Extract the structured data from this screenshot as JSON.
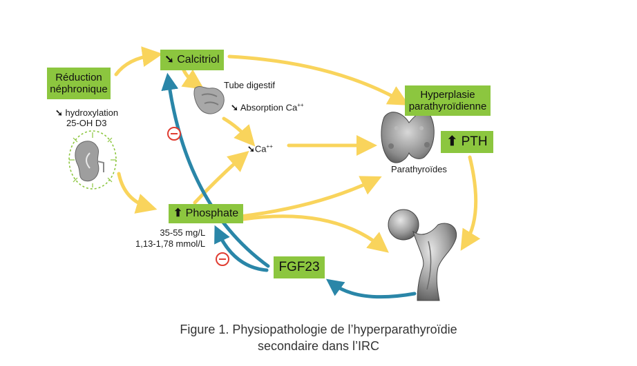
{
  "nodes": {
    "calcitriol": {
      "arrow": "➘",
      "label": "Calcitriol"
    },
    "reduction": {
      "line1": "Réduction",
      "line2": "néphronique"
    },
    "hyperplasie": {
      "line1": "Hyperplasie",
      "line2": "parathyroïdienne"
    },
    "pth": {
      "arrow": "⬆",
      "label": "PTH"
    },
    "phosphate": {
      "arrow": "⬆",
      "label": "Phosphate"
    },
    "fgf23": {
      "label": "FGF23"
    }
  },
  "labels": {
    "hydroxylation_arrow": "➘",
    "hydroxylation_line1": "hydroxylation",
    "hydroxylation_line2": "25-OH D3",
    "tube_digestif": "Tube digestif",
    "absorption_arrow": "➘",
    "absorption": "Absorption Ca",
    "absorption_sup": "++",
    "ca_arrow": "➘",
    "ca": "Ca",
    "ca_sup": "++",
    "parathyroides": "Parathyroïdes",
    "phosphate_range1": "35-55 mg/L",
    "phosphate_range2": "1,13-1,78 mmol/L"
  },
  "caption": {
    "line1": "Figure 1. Physiopathologie de l’hyperparathyroïdie",
    "line2": "secondaire dans l’IRC"
  },
  "colors": {
    "box_green": "#8cc63f",
    "yellow_arrow": "#f9d45c",
    "blue_arrow": "#2a86a8",
    "inhibit_red": "#e03c31"
  },
  "icons": [
    "kidney-icon",
    "digestive-tract-icon",
    "parathyroid-gland-icon",
    "femur-bone-icon",
    "inhibition-icon"
  ]
}
